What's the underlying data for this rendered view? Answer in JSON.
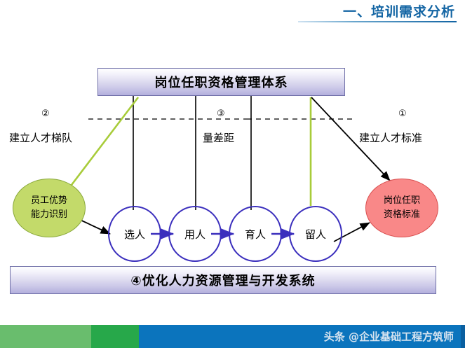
{
  "header": {
    "title": "一、培训需求分析"
  },
  "diagram": {
    "top_box_label": "岗位任职资格管理体系",
    "bottom_box_label": "④优化人力资源管理与开发系统",
    "left_ellipse": {
      "line1": "员工优势",
      "line2": "能力识别",
      "fill": "#c3da6a"
    },
    "right_ellipse": {
      "line1": "岗位任职",
      "line2": "资格标准",
      "fill": "#f98888"
    },
    "stages": [
      {
        "label": "选人"
      },
      {
        "label": "用人"
      },
      {
        "label": "育人"
      },
      {
        "label": "留人"
      }
    ],
    "annotations": [
      {
        "number": "②",
        "text": "建立人才梯队"
      },
      {
        "number": "③",
        "text": "量差距"
      },
      {
        "number": "①",
        "text": "建立人才标准"
      }
    ],
    "colors": {
      "box_border": "#6f6fa8",
      "box_fill_top": "#ffffff",
      "box_fill_bottom": "#b3afdd",
      "stage_circle": "#3b2fbd",
      "stage_arrow": "#3b2fbd",
      "green_line": "#a8cc3a",
      "black_line": "#000000",
      "dashed_line": "#000000"
    }
  },
  "footer": {
    "watermark": "头条 @企业基础工程方筑师",
    "band_colors": [
      "#69bd6d",
      "#27a84a",
      "#0b74bd"
    ]
  }
}
